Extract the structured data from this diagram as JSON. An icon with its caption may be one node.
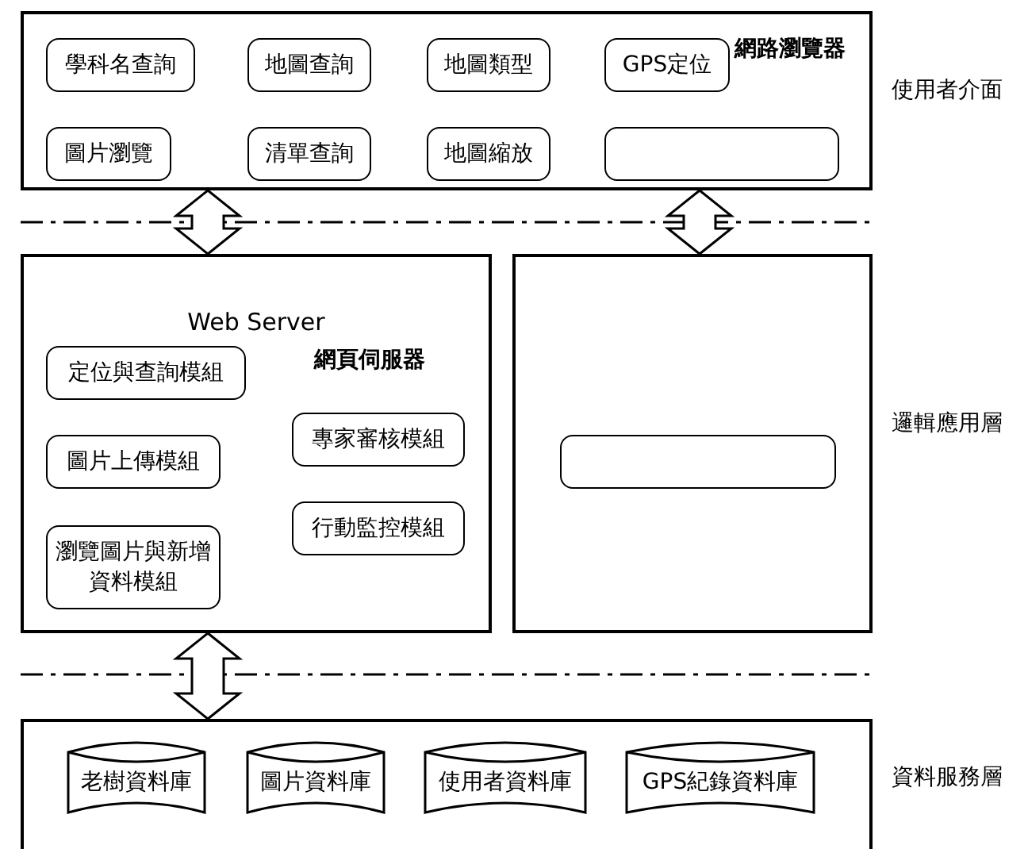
{
  "diagram": {
    "nodes": [
      {
        "text": [
          "網路瀏覽器"
        ]
      },
      {
        "text": [
          "學科名查詢"
        ],
        "in": 0
      },
      {
        "text": [
          "地圖查詢"
        ],
        "in": 0
      },
      {
        "text": [
          "地圖類型"
        ],
        "in": 0
      },
      {
        "text": [
          "GPS定位"
        ],
        "in": 0
      },
      {
        "text": [
          "圖片瀏覽"
        ],
        "in": 0
      },
      {
        "text": [
          "清單查詢"
        ],
        "in": 0
      },
      {
        "text": [
          "地圖縮放"
        ],
        "in": 0
      },
      {
        "text": [],
        "shape": "box",
        "in": 0
      },
      {
        "text": [
          "Web Server",
          "網頁伺服器"
        ]
      },
      {
        "text": [
          "定位與查詢模組"
        ],
        "in": 9
      },
      {
        "text": [
          "圖片上傳模組"
        ],
        "in": 9
      },
      {
        "text": [
          "瀏覽圖片與新增資料模組"
        ],
        "in": 9
      },
      {
        "text": [
          "專家審核模組"
        ],
        "in": 9
      },
      {
        "text": [
          "行動監控模組"
        ],
        "in": 9
      },
      {
        "text": [],
        "shape": "box"
      },
      {
        "text": [],
        "shape": "box",
        "in": 15
      },
      {
        "text": [],
        "shape": "box"
      },
      {
        "text": [
          "老樹資料庫"
        ],
        "in": 17
      },
      {
        "text": [
          "圖片資料庫"
        ],
        "in": 17
      },
      {
        "text": [
          "使用者資料庫"
        ],
        "in": 17
      },
      {
        "text": [
          "GPS紀錄資料庫"
        ],
        "in": 17
      }
    ],
    "edges": [
      {
        "from": 0,
        "to": 9,
        "arrow": "both"
      },
      {
        "from": 0,
        "to": 15,
        "arrow": "both"
      },
      {
        "from": 9,
        "to": 17,
        "arrow": "both"
      }
    ],
    "labels": [
      "使用者介面",
      "邏輯應用層",
      "資料服務層"
    ]
  }
}
